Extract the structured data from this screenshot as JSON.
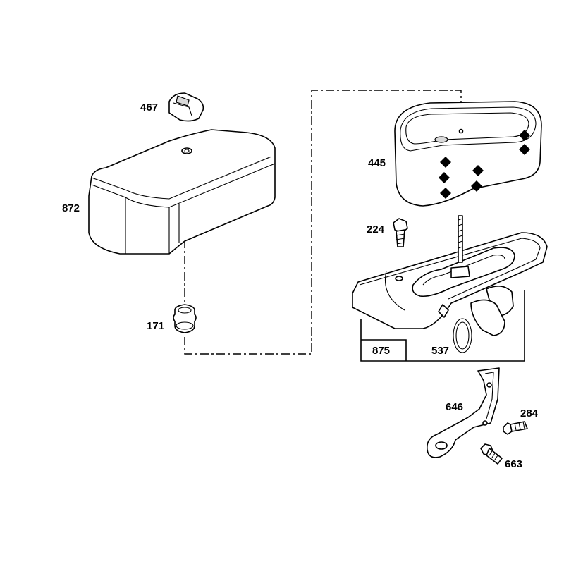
{
  "parts": {
    "p467": "467",
    "p872": "872",
    "p171": "171",
    "p445": "445",
    "p224": "224",
    "p875": "875",
    "p537": "537",
    "p646": "646",
    "p284": "284",
    "p663": "663"
  }
}
